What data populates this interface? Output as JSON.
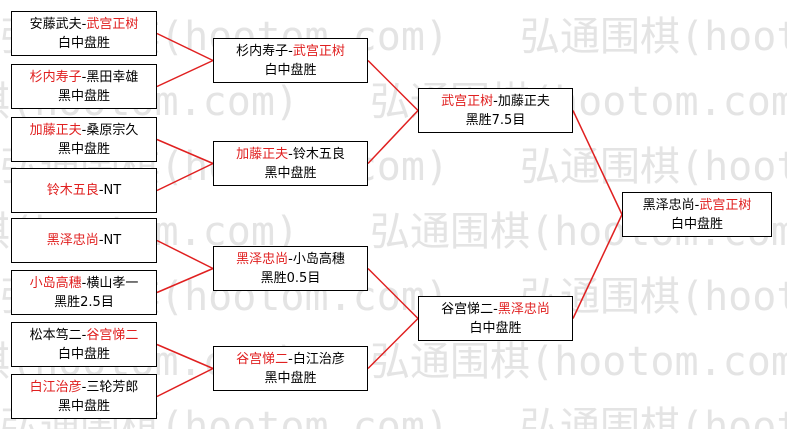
{
  "watermark": {
    "text": "弘通围棋(hootom.com)",
    "color": "#e4e4e4"
  },
  "colors": {
    "winner": "#e02020",
    "line": "#e02020",
    "border": "#000000"
  },
  "rounds": [
    [
      {
        "p1": "安藤武夫",
        "p2": "武宫正树",
        "winner": 2,
        "result": "白中盘胜"
      },
      {
        "p1": "杉内寿子",
        "p2": "黑田幸雄",
        "winner": 1,
        "result": "黑中盘胜"
      },
      {
        "p1": "加藤正夫",
        "p2": "桑原宗久",
        "winner": 1,
        "result": "黑中盘胜"
      },
      {
        "p1": "铃木五良",
        "p2": "NT",
        "winner": 1,
        "result": ""
      },
      {
        "p1": "黑泽忠尚",
        "p2": "NT",
        "winner": 1,
        "result": ""
      },
      {
        "p1": "小岛高穗",
        "p2": "横山孝一",
        "winner": 1,
        "result": "黑胜2.5目"
      },
      {
        "p1": "松本笃二",
        "p2": "谷宫悌二",
        "winner": 2,
        "result": "白中盘胜"
      },
      {
        "p1": "白江治彦",
        "p2": "三轮芳郎",
        "winner": 1,
        "result": "黑中盘胜"
      }
    ],
    [
      {
        "p1": "杉内寿子",
        "p2": "武宫正树",
        "winner": 2,
        "result": "白中盘胜"
      },
      {
        "p1": "加藤正夫",
        "p2": "铃木五良",
        "winner": 1,
        "result": "黑中盘胜"
      },
      {
        "p1": "黑泽忠尚",
        "p2": "小岛高穗",
        "winner": 1,
        "result": "黑胜0.5目"
      },
      {
        "p1": "谷宫悌二",
        "p2": "白江治彦",
        "winner": 1,
        "result": "黑中盘胜"
      }
    ],
    [
      {
        "p1": "武宫正树",
        "p2": "加藤正夫",
        "winner": 1,
        "result": "黑胜7.5目"
      },
      {
        "p1": "谷宫悌二",
        "p2": "黑泽忠尚",
        "winner": 2,
        "result": "白中盘胜"
      }
    ],
    [
      {
        "p1": "黑泽忠尚",
        "p2": "武宫正树",
        "winner": 2,
        "result": "白中盘胜"
      }
    ]
  ]
}
